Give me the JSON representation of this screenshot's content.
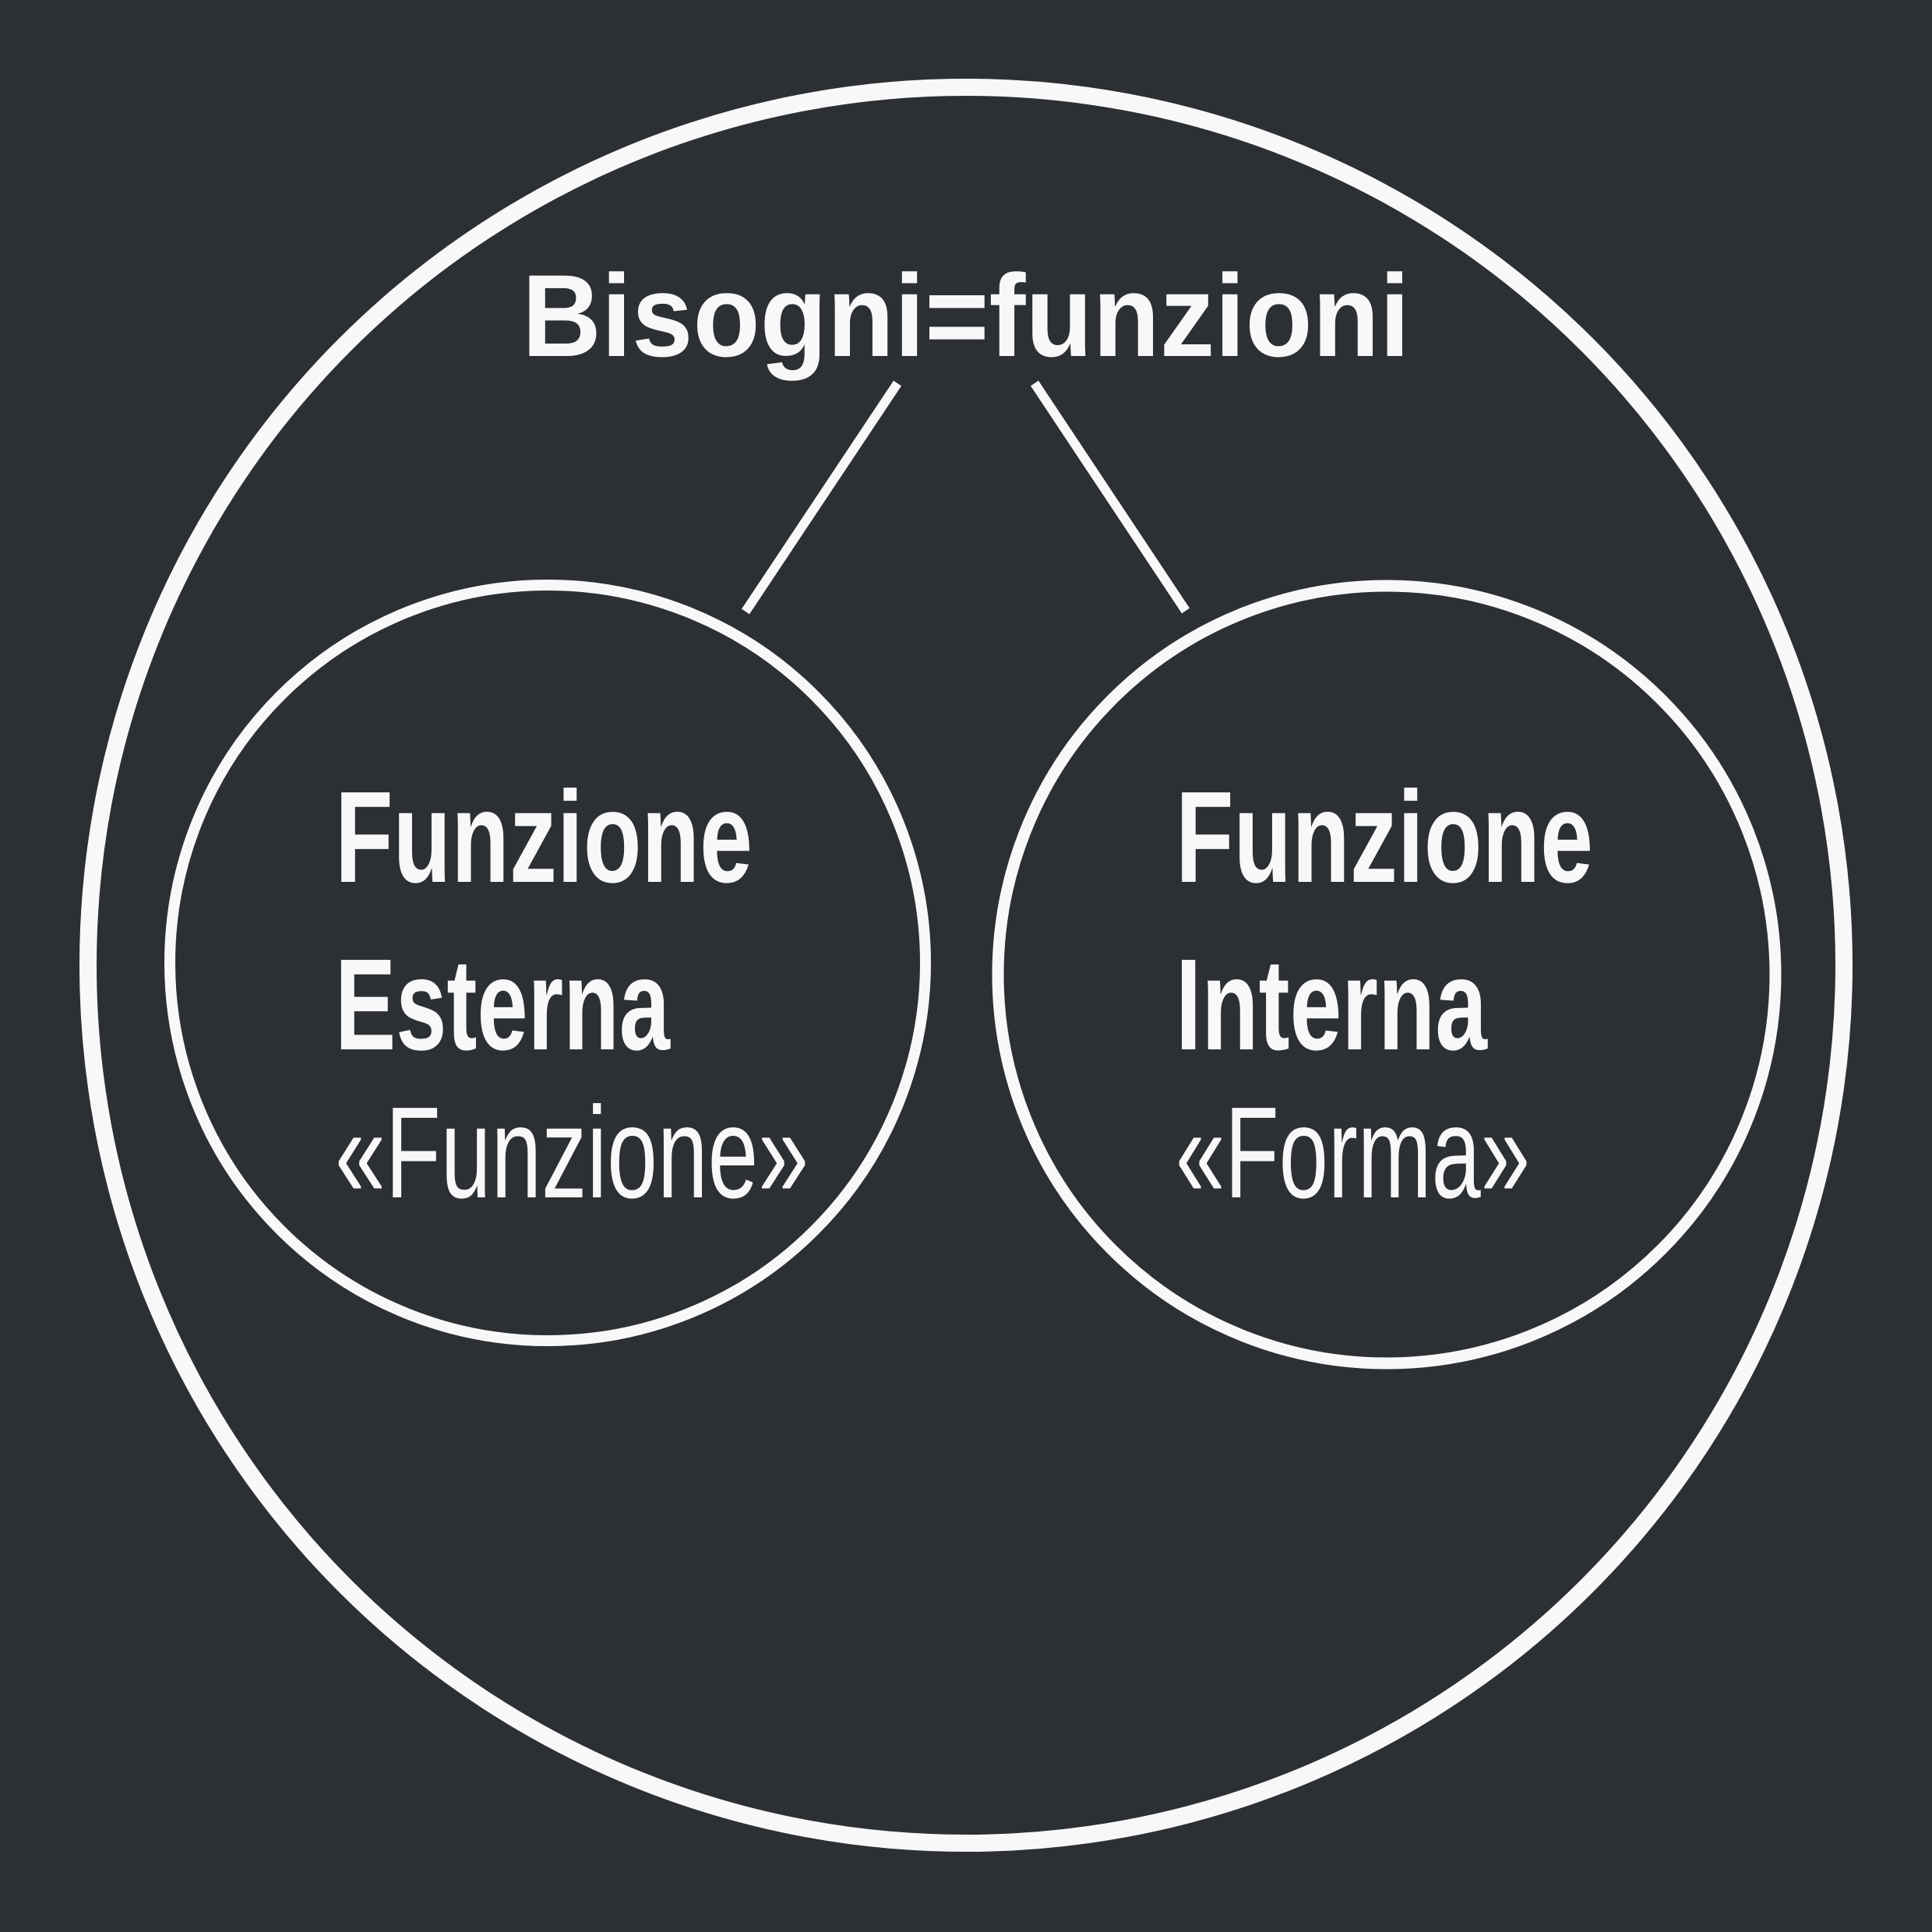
{
  "colors": {
    "background": "#2c2f33",
    "stroke": "#f8f8f8",
    "text": "#f8f8f8"
  },
  "title": {
    "text": "Bisogni=funzioni"
  },
  "left_circle": {
    "line1": "Funzione",
    "line2": "Esterna",
    "line3": "«Funzione»"
  },
  "right_circle": {
    "line1": "Funzione",
    "line2": "Interna",
    "line3": "«Forma»"
  }
}
